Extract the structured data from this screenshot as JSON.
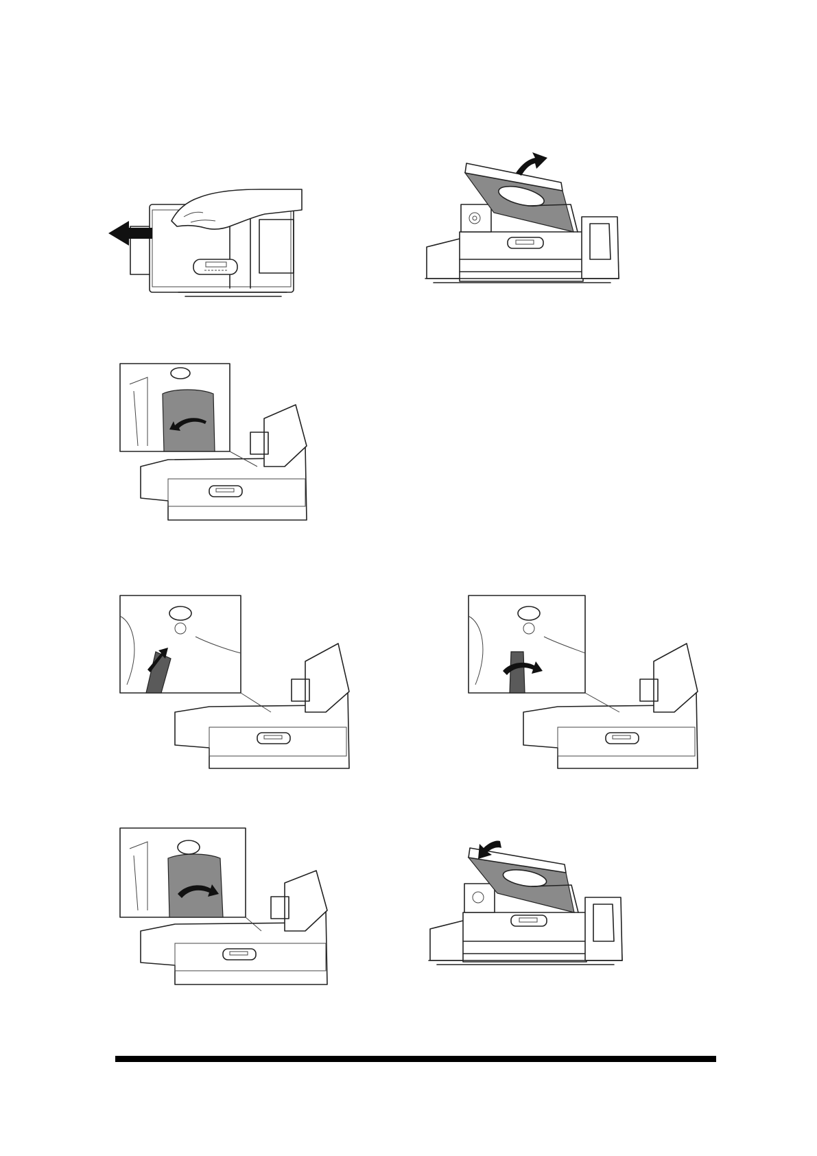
{
  "figures": [
    {
      "id": "step-1",
      "icon": "remove-front-cover-illustration",
      "arrow": "arrow-left-icon"
    },
    {
      "id": "step-2",
      "icon": "open-lid-illustration",
      "arrow": "arrow-up-right-icon"
    },
    {
      "id": "step-3",
      "icon": "remove-ribbon-guide-illustration",
      "arrow": "curved-arrow-left-icon"
    },
    {
      "id": "step-4",
      "icon": "insert-roller-illustration",
      "arrow": "arrow-up-right-icon"
    },
    {
      "id": "step-5",
      "icon": "rotate-roller-illustration",
      "arrow": "curved-arrow-right-icon"
    },
    {
      "id": "step-6",
      "icon": "replace-ribbon-guide-illustration",
      "arrow": "curved-arrow-right-icon"
    },
    {
      "id": "step-7",
      "icon": "close-lid-illustration",
      "arrow": "arrow-down-left-icon"
    }
  ],
  "colors": {
    "line": "#222222",
    "shade": "#8a8a8a",
    "rule": "#000000"
  }
}
